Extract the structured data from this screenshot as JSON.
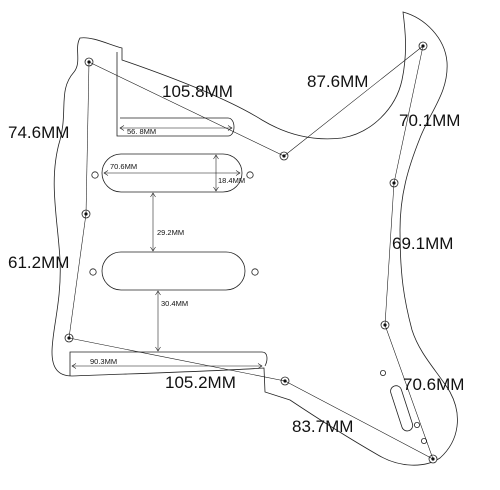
{
  "labels": {
    "top_left_span": "105.8MM",
    "top_right_span": "87.6MM",
    "left_upper": "74.6MM",
    "right_upper": "70.1MM",
    "left_lower": "61.2MM",
    "right_middle": "69.1MM",
    "bottom_left_span": "105.2MM",
    "right_lower": "70.6MM",
    "bottom_right_span": "83.7MM",
    "cavity_inner_width": "56. 8MM",
    "pickup_top_width": "70.6MM",
    "pickup_height": "18.4MM",
    "pickup_gap": "29.2MM",
    "pickup_to_edge": "30.4MM",
    "bottom_cavity_width": "90.3MM"
  }
}
